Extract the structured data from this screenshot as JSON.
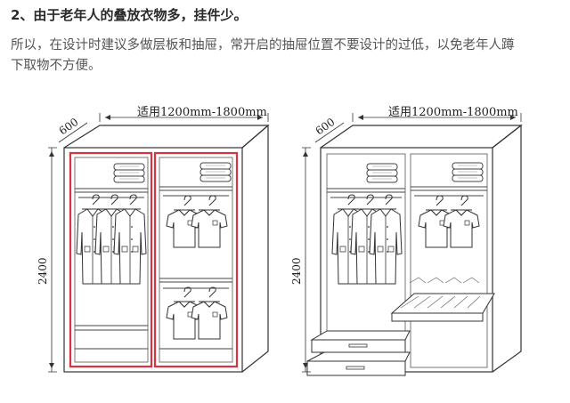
{
  "heading": "2、由于老年人的叠放衣物多，挂件少。",
  "paragraph": {
    "line1": "所以，在设计时建议多做层板和抽屉，常开启的抽屉位置不要设计的过低，以免老年人蹲",
    "line2": "下取物不方便。"
  },
  "left_diagram": {
    "depth_label": "600",
    "width_label": "适用1200mm-1800mm",
    "height_label": "2400",
    "highlight_color": "#d9333f"
  },
  "right_diagram": {
    "depth_label": "600",
    "width_label": "适用1200mm-1800mm",
    "height_label": "2400"
  }
}
